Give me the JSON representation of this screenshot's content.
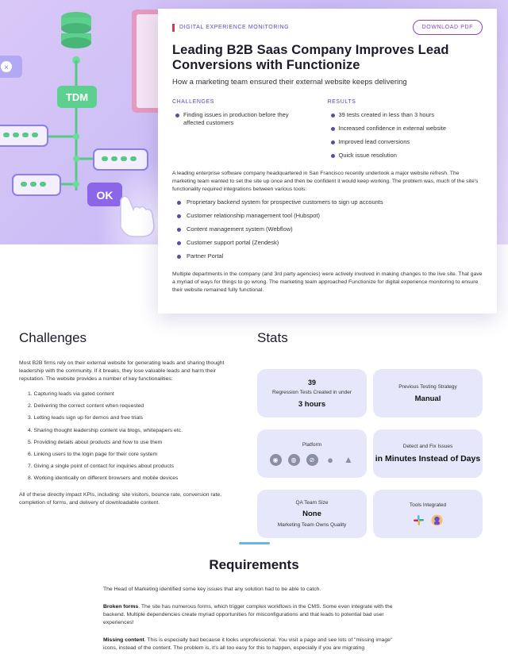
{
  "illustration": {
    "tdm_label": "TDM",
    "ok_label": "OK"
  },
  "card": {
    "eyebrow": "DIGITAL EXPERIENCE MONITORING",
    "download_label": "DOWNLOAD PDF",
    "title": "Leading B2B Saas Company Improves Lead Conversions with Functionize",
    "subtitle": "How a marketing team ensured their external website keeps delivering",
    "challenges_title": "CHALLENGES",
    "challenges": [
      "Finding issues in production before they affected customers"
    ],
    "results_title": "RESULTS",
    "results": [
      "39 tests created in less than 3 hours",
      "Increased confidence in external website",
      "Improved lead conversions",
      "Quick issue resolution"
    ],
    "para1": "A leading enterprise software company headquartered in San Francisco recently undertook a major website refresh. The marketing team wanted to set the site up once and then be confident it would keep working. The problem was, much of the site's functionality required integrations between various tools:",
    "integrations": [
      "Proprietary backend system for prospective customers to sign up accounts",
      "Customer relationship management tool (Hubspot)",
      "Content management system (Webflow)",
      "Customer support portal (Zendesk)",
      "Partner Portal"
    ],
    "para2": "Multiple departments in the company (and 3rd party agencies) were actively involved in making changes to the live site. That gave a myriad of ways for things to go wrong. The marketing team approached Functionize for digital experience monitoring to ensure their website remained fully functional."
  },
  "challenges": {
    "title": "Challenges",
    "intro": "Most B2B firms rely on their external website for generating leads and sharing thought leadership with the community. If it breaks, they lose valuable leads and harm their reputation. The website provides a number of key functionalities:",
    "items": [
      "1. Capturing leads via gated content",
      "2. Delivering the correct content when requested",
      "3. Letting leads sign up for demos and free trials",
      "4. Sharing thought leadership content via blogs, whitepapers etc.",
      "5. Providing details about products and how to use them",
      "6. Linking users to the login page for their core system",
      "7. Giving a single point of contact for inquiries about products",
      "8. Working identically on different browsers and mobile devices"
    ],
    "outro": "All of these directly impact KPIs, including: site visitors, bounce rate, conversion rate, completion of forms, and delivery of downloadable content."
  },
  "stats": {
    "title": "Stats",
    "s1_num": "39",
    "s1_label": "Regression Tests Created in under",
    "s1_value": "3 hours",
    "s2_label": "Previous Testing Strategy",
    "s2_value": "Manual",
    "s3_label": "Platform",
    "s3_icons": [
      "chrome-icon",
      "firefox-icon",
      "safari-icon",
      "apple-icon",
      "android-icon"
    ],
    "s4_label": "Detect and Fix Issues",
    "s4_value": "in Minutes Instead of Days",
    "s5_label": "QA Team Size",
    "s5_value": "None",
    "s5_sub": "Marketing Team Owns Quality",
    "s6_label": "Tools Integrated",
    "s6_icons": [
      "slack-icon",
      "zendesk-icon"
    ]
  },
  "requirements": {
    "title": "Requirements",
    "intro": "The Head of Marketing identified some key issues that any solution had to be able to catch.",
    "p1_bold": "Broken forms",
    "p1_text": ". The site has numerous forms, which trigger complex workflows in the CMS. Some even integrate with the backend. Multiple dependencies create myriad opportunities for misconfigurations and that leads to potential bad user experiences!",
    "p2_bold": "Missing content",
    "p2_text": ". This is especially bad because it looks unprofessional. You visit a page and see lots of \"missing image\" icons, instead of the content. The problem is, it's all too easy for this to happen, especially if you are migrating"
  },
  "colors": {
    "accent": "#5b3fd3",
    "brand_purple": "#8b3fd6",
    "stat_bg": "#e7e7fb",
    "hero_bg": "#cbbdf6",
    "green": "#5dcf8e",
    "divider": "#6ab4e6"
  }
}
